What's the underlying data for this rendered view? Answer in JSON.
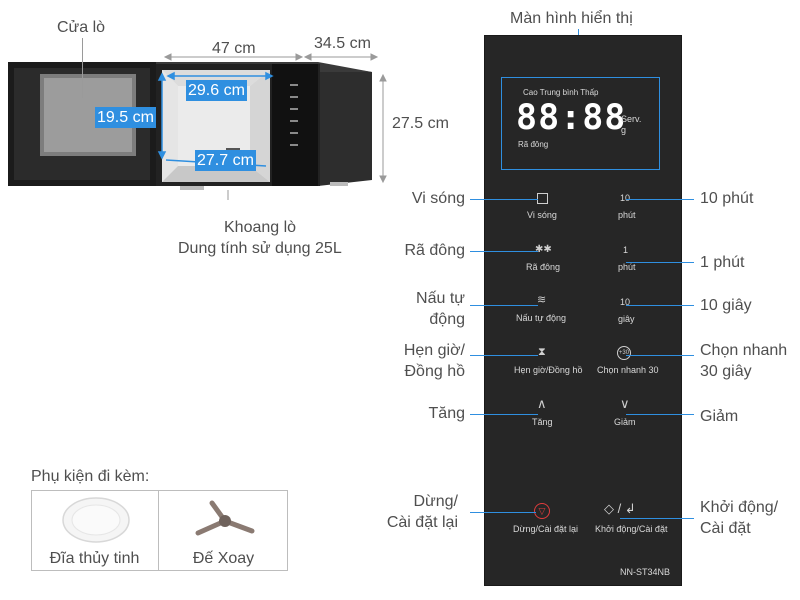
{
  "oven": {
    "door_label": "Cửa lò",
    "width": "47 cm",
    "depth": "34.5 cm",
    "height": "27.5 cm",
    "cavity_width": "29.6 cm",
    "cavity_height": "19.5 cm",
    "cavity_depth": "27.7 cm",
    "cavity_label": "Khoang lò",
    "capacity": "Dung tính sử dụng 25L"
  },
  "panel": {
    "title": "Màn hình hiển thị",
    "power_levels": "Cao  Trung bình  Thấp",
    "digits": "88:88",
    "serv": "Serv.",
    "gram": "g",
    "defrost_small": "Rã đông",
    "btn_microwave": "Vi sóng",
    "btn_defrost": "Rã đông",
    "btn_auto": "Nấu tự động",
    "btn_timer": "Hẹn giờ/Đồng hồ",
    "btn_up": "Tăng",
    "btn_down": "Giảm",
    "btn_stop": "Dừng/Cài đặt lại",
    "btn_start": "Khởi động/Cài đặt",
    "btn_10min_num": "10",
    "btn_10min_unit": "phút",
    "btn_1min_num": "1",
    "btn_1min_unit": "phút",
    "btn_10s_num": "10",
    "btn_10s_unit": "giây",
    "btn_quick": "Chọn nhanh 30",
    "quick_icon_text": "+30",
    "model": "NN-ST34NB"
  },
  "callouts": {
    "microwave": "Vi sóng",
    "defrost": "Rã đông",
    "auto_1": "Nấu tự",
    "auto_2": "động",
    "timer_1": "Hẹn giờ/",
    "timer_2": "Đồng hồ",
    "up": "Tăng",
    "stop_1": "Dừng/",
    "stop_2": "Cài đặt lại",
    "ten_min": "10 phút",
    "one_min": "1 phút",
    "ten_sec": "10 giây",
    "quick_1": "Chọn nhanh",
    "quick_2": "30 giây",
    "down": "Giảm",
    "start_1": "Khởi động/",
    "start_2": "Cài đặt"
  },
  "accessories": {
    "title": "Phụ kiện đi kèm:",
    "plate": "Đĩa thủy tinh",
    "stand": "Đế Xoay"
  },
  "colors": {
    "accent_blue": "#2f8fe0",
    "panel_bg": "#262626",
    "stop_red": "#e03c3c"
  }
}
